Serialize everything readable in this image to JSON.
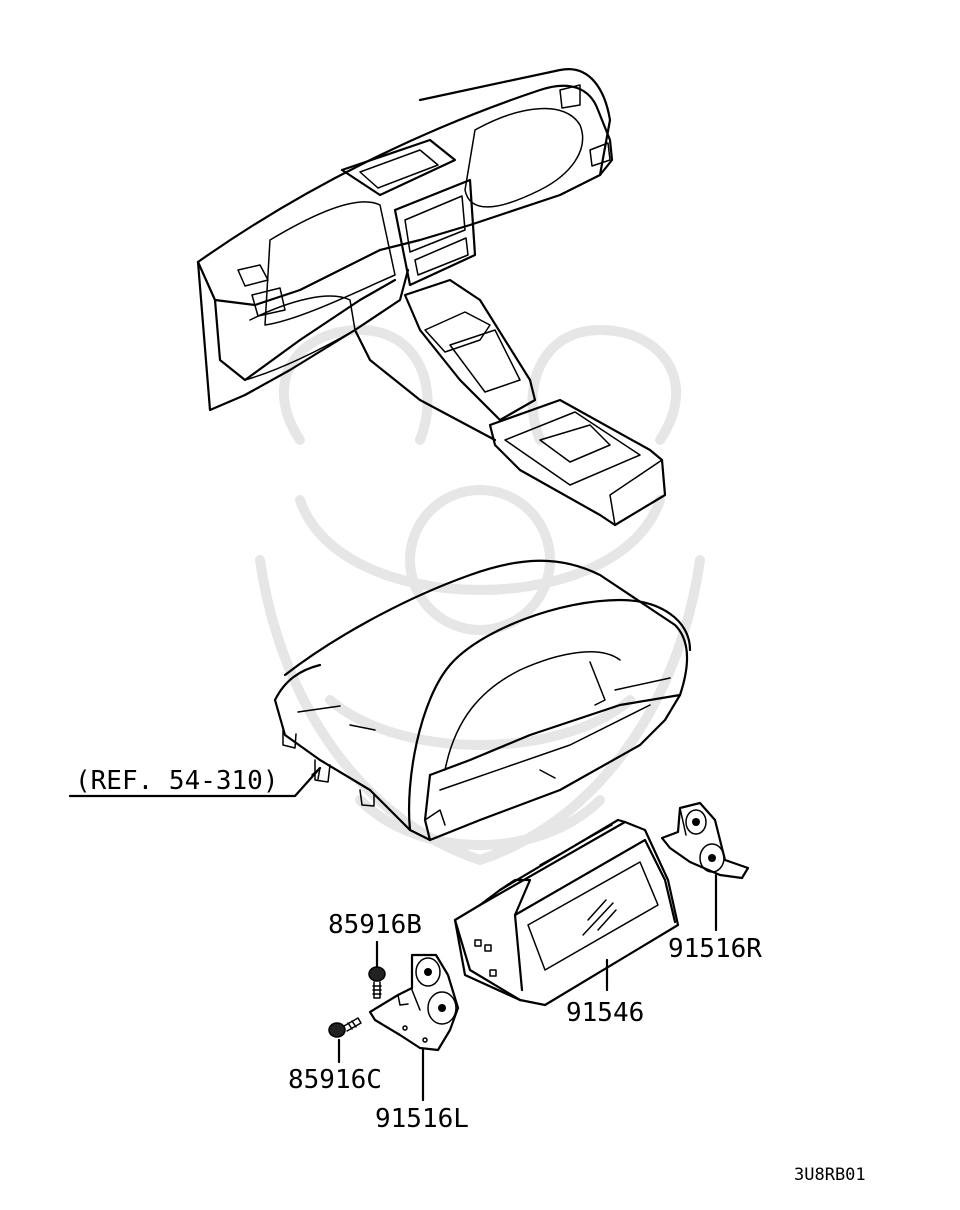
{
  "diagram": {
    "labels": {
      "ref": "(REF. 54-310)",
      "screw_b": "85916B",
      "screw_c": "85916C",
      "bracket_l": "91516L",
      "bracket_r": "91516R",
      "display": "91546",
      "code": "3U8RB01"
    }
  }
}
